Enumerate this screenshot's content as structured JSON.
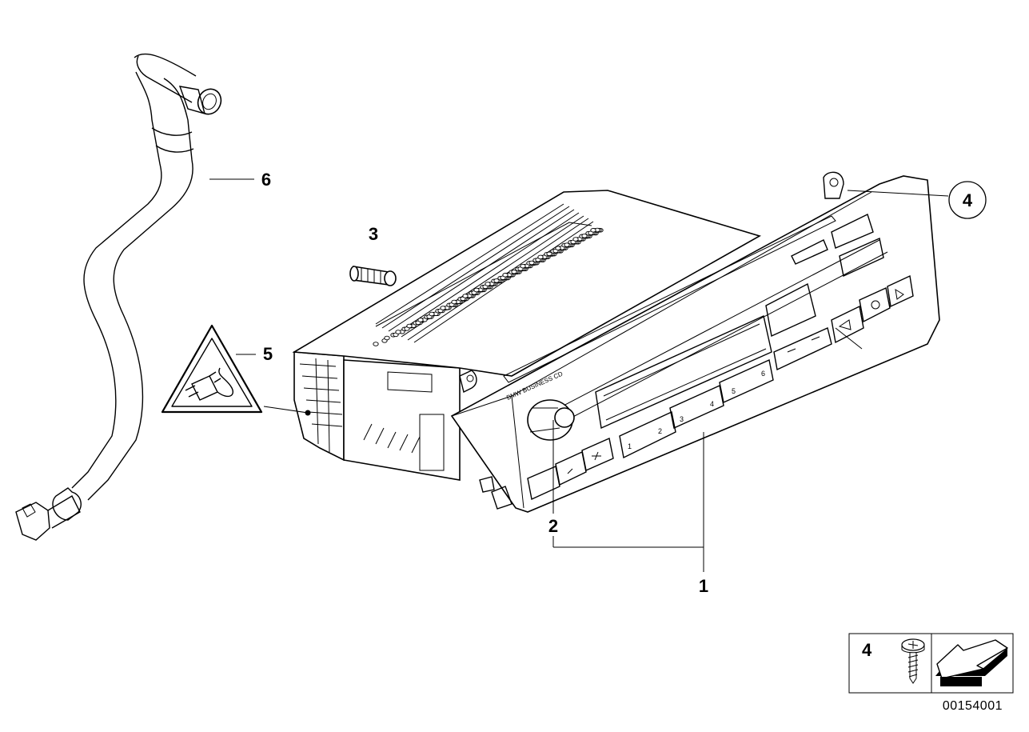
{
  "diagram": {
    "callouts": [
      {
        "id": "1",
        "label": "1"
      },
      {
        "id": "2",
        "label": "2"
      },
      {
        "id": "3",
        "label": "3"
      },
      {
        "id": "4",
        "label": "4"
      },
      {
        "id": "5",
        "label": "5"
      },
      {
        "id": "6",
        "label": "6"
      }
    ],
    "radio": {
      "brand_text": "BMW BUSINESS CD",
      "preset_buttons": [
        "1",
        "2",
        "3",
        "4",
        "5",
        "6"
      ]
    },
    "key_box": {
      "part_number": "4"
    },
    "document_number": "00154001"
  },
  "icons": {
    "screw": "screw-icon",
    "arrow": "direction-arrow-icon",
    "warning": "antenna-plug-warning-icon"
  }
}
